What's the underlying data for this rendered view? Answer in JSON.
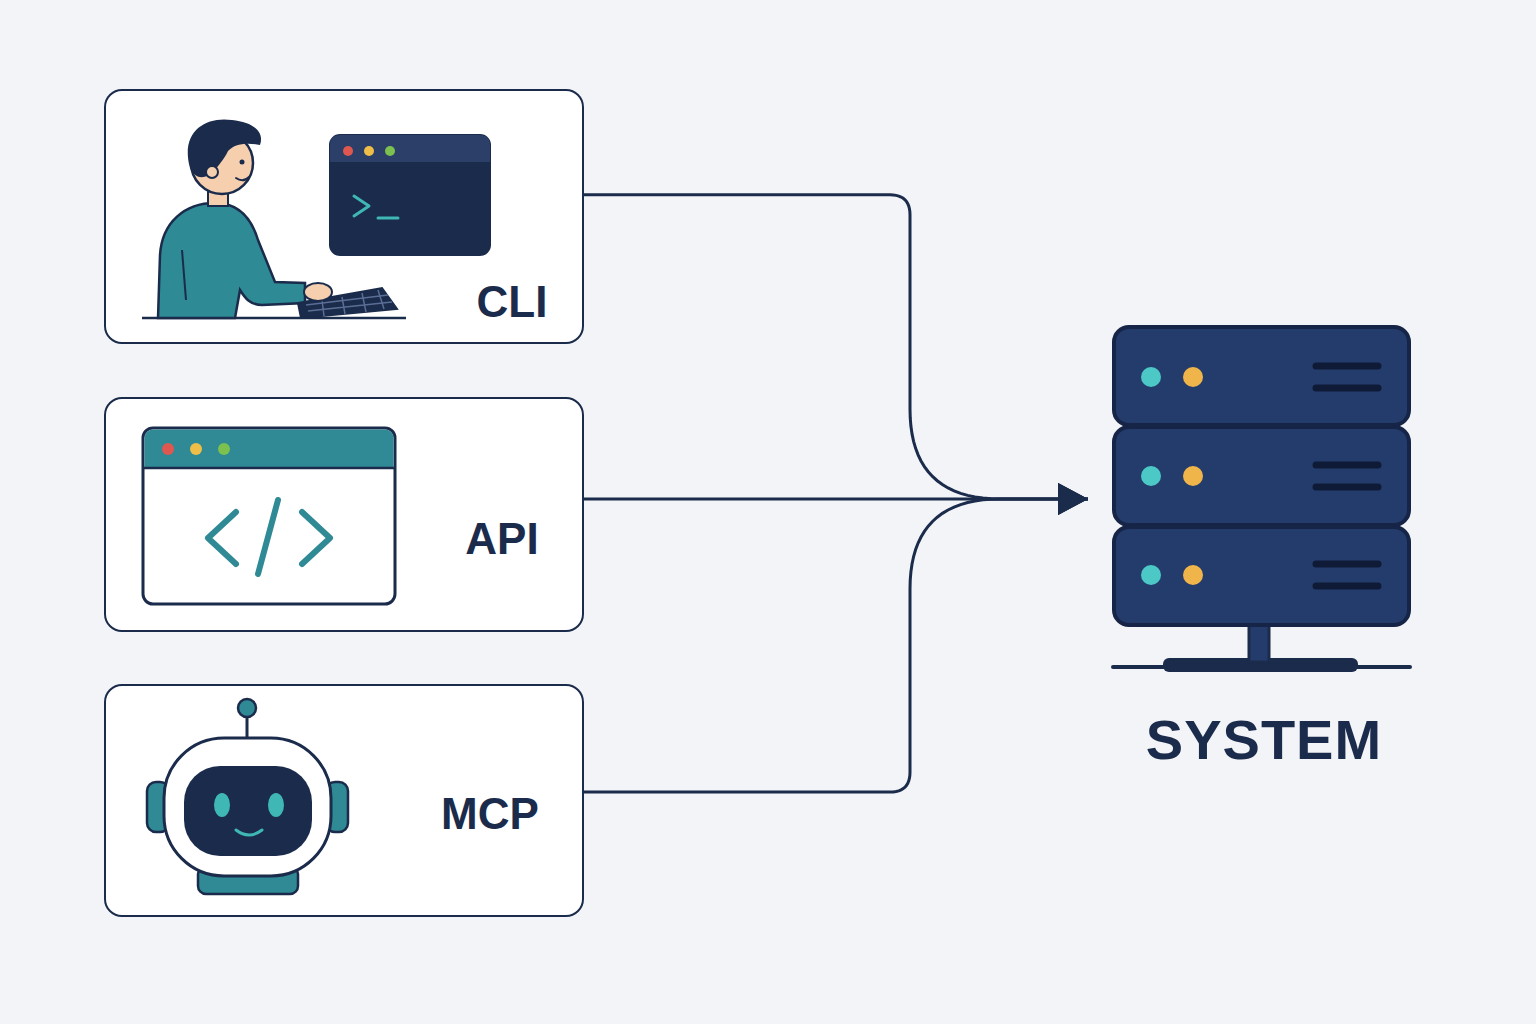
{
  "diagram": {
    "nodes": [
      {
        "text": [
          "CLI"
        ]
      },
      {
        "text": [
          "API"
        ]
      },
      {
        "text": [
          "MCP"
        ]
      },
      {
        "text": [
          "SYSTEM"
        ]
      }
    ],
    "edges": [
      {
        "from": 0,
        "to": 3,
        "arrow": "to"
      },
      {
        "from": 1,
        "to": 3,
        "arrow": "to"
      },
      {
        "from": 2,
        "to": 3,
        "arrow": "to"
      }
    ]
  }
}
